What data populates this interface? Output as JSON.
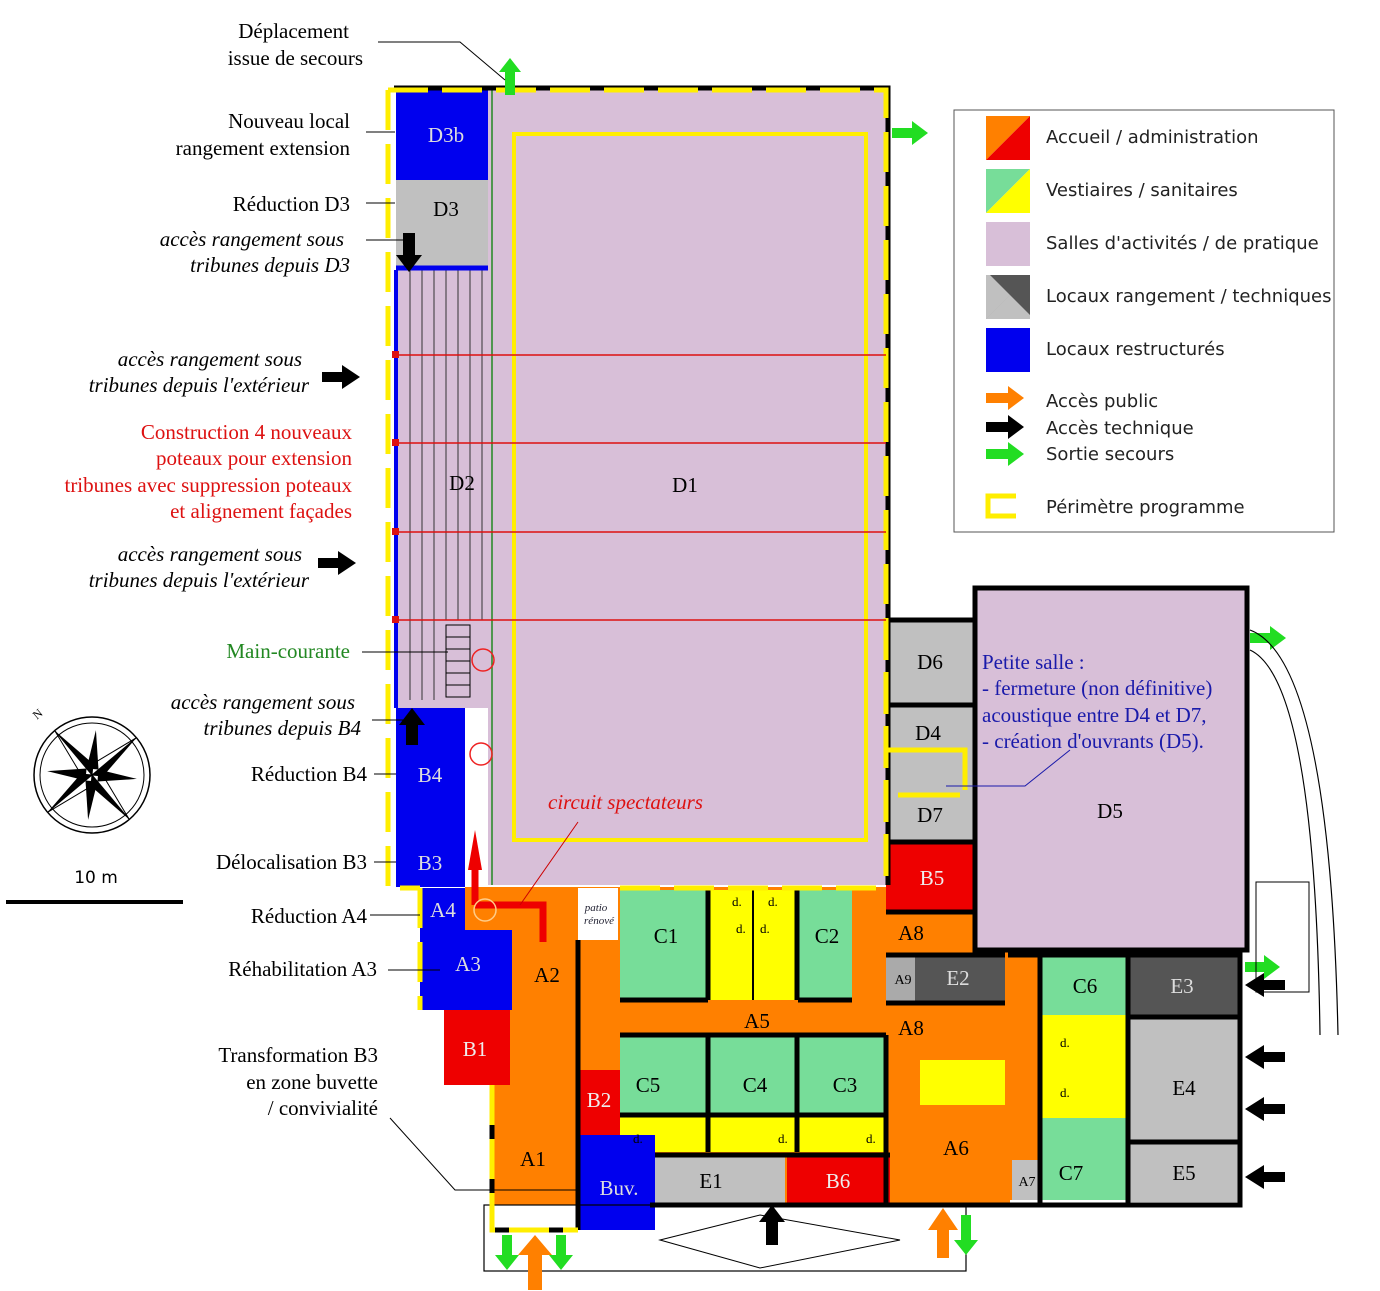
{
  "colors": {
    "accueil": "#ff8000",
    "accueil_alt": "#ff0000",
    "vestiaires": "#77dd99",
    "sanitaires": "#ffff00",
    "salles": "#d8bfd8",
    "rangement": "#c0c0c0",
    "rangement_dark": "#555555",
    "restructures": "#0000ee",
    "acces_public": "#ff8000",
    "acces_technique": "#000000",
    "sortie_secours": "#22dd22",
    "perimetre": "#ffee00",
    "note_red": "#dd1111",
    "note_green": "#228822",
    "note_blue": "#1a1aaa"
  },
  "annotations": {
    "deplacement": [
      "Déplacement",
      "issue de secours"
    ],
    "nouveau_local": [
      "Nouveau local",
      "rangement extension"
    ],
    "reduction_d3": "Réduction D3",
    "acces_d3": [
      "accès rangement sous",
      "tribunes depuis D3"
    ],
    "acces_ext_1": [
      "accès rangement sous",
      "tribunes depuis l'extérieur"
    ],
    "construction": [
      "Construction 4 nouveaux",
      "poteaux pour extension",
      "tribunes avec suppression poteaux",
      "et alignement façades"
    ],
    "acces_ext_2": [
      "accès rangement sous",
      "tribunes depuis l'extérieur"
    ],
    "main_courante": "Main-courante",
    "acces_b4": [
      "accès rangement sous",
      "tribunes depuis B4"
    ],
    "reduction_b4": "Réduction B4",
    "delocalisation_b3": "Délocalisation B3",
    "reduction_a4": "Réduction A4",
    "rehabilitation_a3": "Réhabilitation A3",
    "transformation_b3": [
      "Transformation B3",
      "en zone buvette",
      "/ convivialité"
    ],
    "circuit": "circuit spectateurs",
    "patio": [
      "patio",
      "rénové"
    ],
    "petite_salle": [
      "Petite salle :",
      "- fermeture (non définitive)",
      "acoustique entre D4 et D7,",
      "- création d'ouvrants (D5)."
    ]
  },
  "scale": {
    "label": "10 m"
  },
  "compass": {
    "north": "N"
  },
  "rooms": {
    "D3b": "D3b",
    "D3": "D3",
    "D2": "D2",
    "D1": "D1",
    "B4": "B4",
    "B3": "B3",
    "A4": "A4",
    "A3": "A3",
    "A2": "A2",
    "B1": "B1",
    "A1": "A1",
    "B2": "B2",
    "Buv": "Buv.",
    "C1": "C1",
    "C2": "C2",
    "C3": "C3",
    "C4": "C4",
    "C5": "C5",
    "A5": "A5",
    "E1": "E1",
    "B6": "B6",
    "A6": "A6",
    "A7": "A7",
    "A8a": "A8",
    "A8b": "A8",
    "A9": "A9",
    "E2": "E2",
    "B5": "B5",
    "D6": "D6",
    "D4": "D4",
    "D7": "D7",
    "D5": "D5",
    "C6": "C6",
    "C7": "C7",
    "E3": "E3",
    "E4": "E4",
    "E5": "E5",
    "d": "d."
  },
  "legend": {
    "items": [
      {
        "label": "Accueil / administration"
      },
      {
        "label": "Vestiaires / sanitaires"
      },
      {
        "label": "Salles d'activités / de pratique"
      },
      {
        "label": "Locaux rangement / techniques"
      },
      {
        "label": "Locaux restructurés"
      },
      {
        "label": "Accès public"
      },
      {
        "label": "Accès technique"
      },
      {
        "label": "Sortie secours"
      },
      {
        "label": "Périmètre programme"
      }
    ]
  }
}
